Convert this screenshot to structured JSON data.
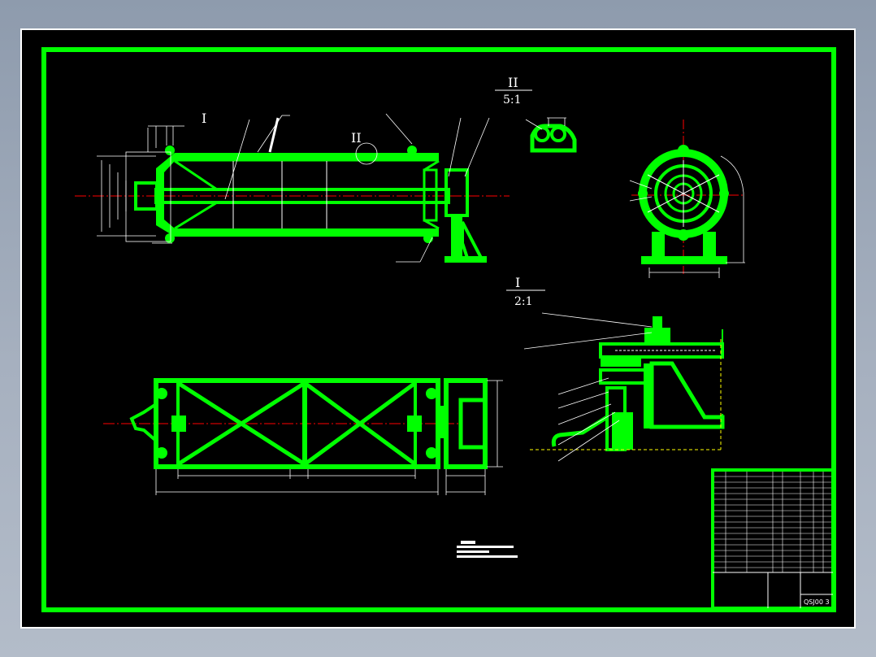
{
  "colors": {
    "background": "#000000",
    "frame": "#00ff00",
    "solid": "#00ff00",
    "centerline": "#ff0000",
    "dimension": "#ffffff",
    "hidden": "#ffff00"
  },
  "details": {
    "detail_II": {
      "label": "II",
      "scale": "5:1"
    },
    "detail_I": {
      "label": "I",
      "scale": "2:1"
    }
  },
  "callouts": {
    "section_I": "I",
    "section_II": "II"
  },
  "title_block": {
    "drawing_number": "QSJ00 3"
  }
}
